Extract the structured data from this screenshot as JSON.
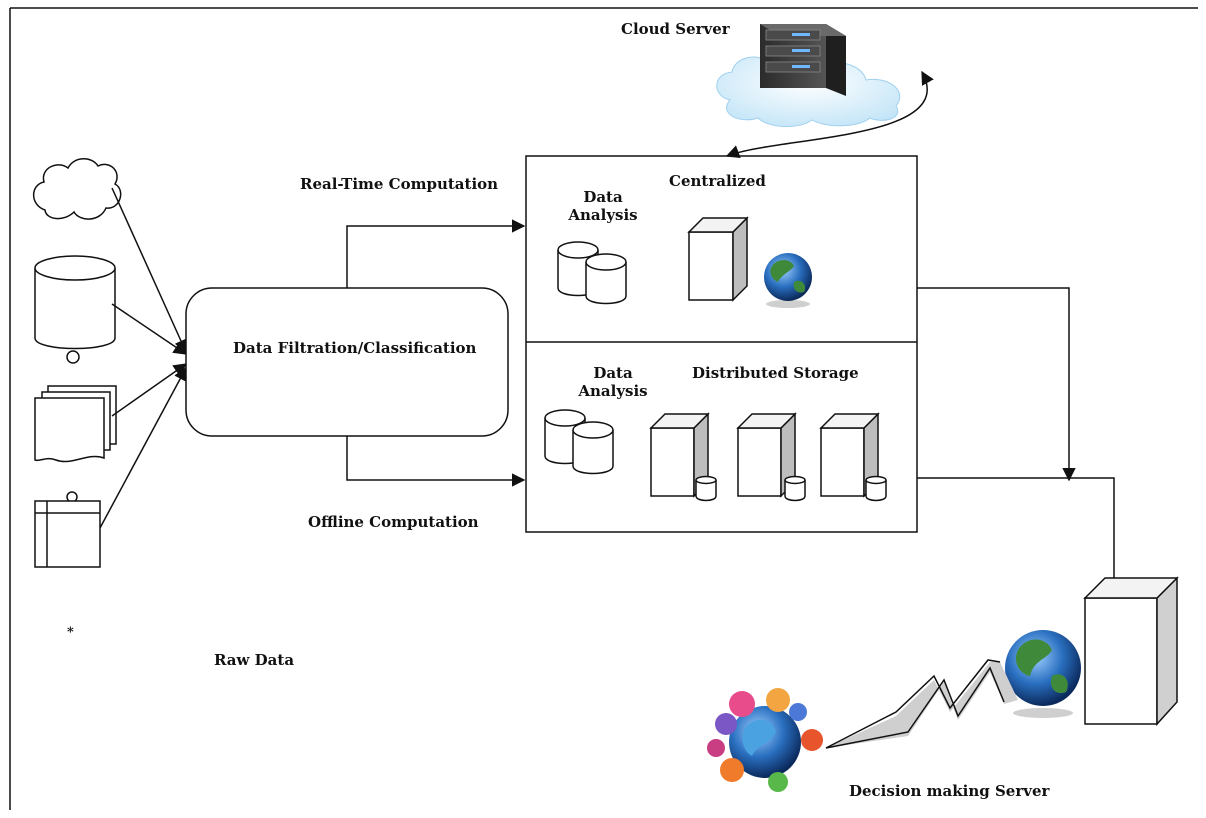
{
  "labels": {
    "cloud_server": "Cloud Server",
    "real_time": "Real-Time Computation",
    "offline": "Offline Computation",
    "filtration": "Data Filtration/Classification",
    "centralized": "Centralized",
    "data_analysis_top_1": "Data",
    "data_analysis_top_2": "Analysis",
    "data_analysis_bottom_1": "Data",
    "data_analysis_bottom_2": "Analysis",
    "distributed_storage": "Distributed Storage",
    "raw_data": "Raw Data",
    "bullet": "*",
    "decision_server": "Decision making Server"
  },
  "colors": {
    "line": "#111111",
    "cloud_fill": "#dff1fb",
    "globe_sea": "#2a6fc0",
    "globe_land": "#3f8a3a",
    "server_side": "#bdbdbd"
  }
}
